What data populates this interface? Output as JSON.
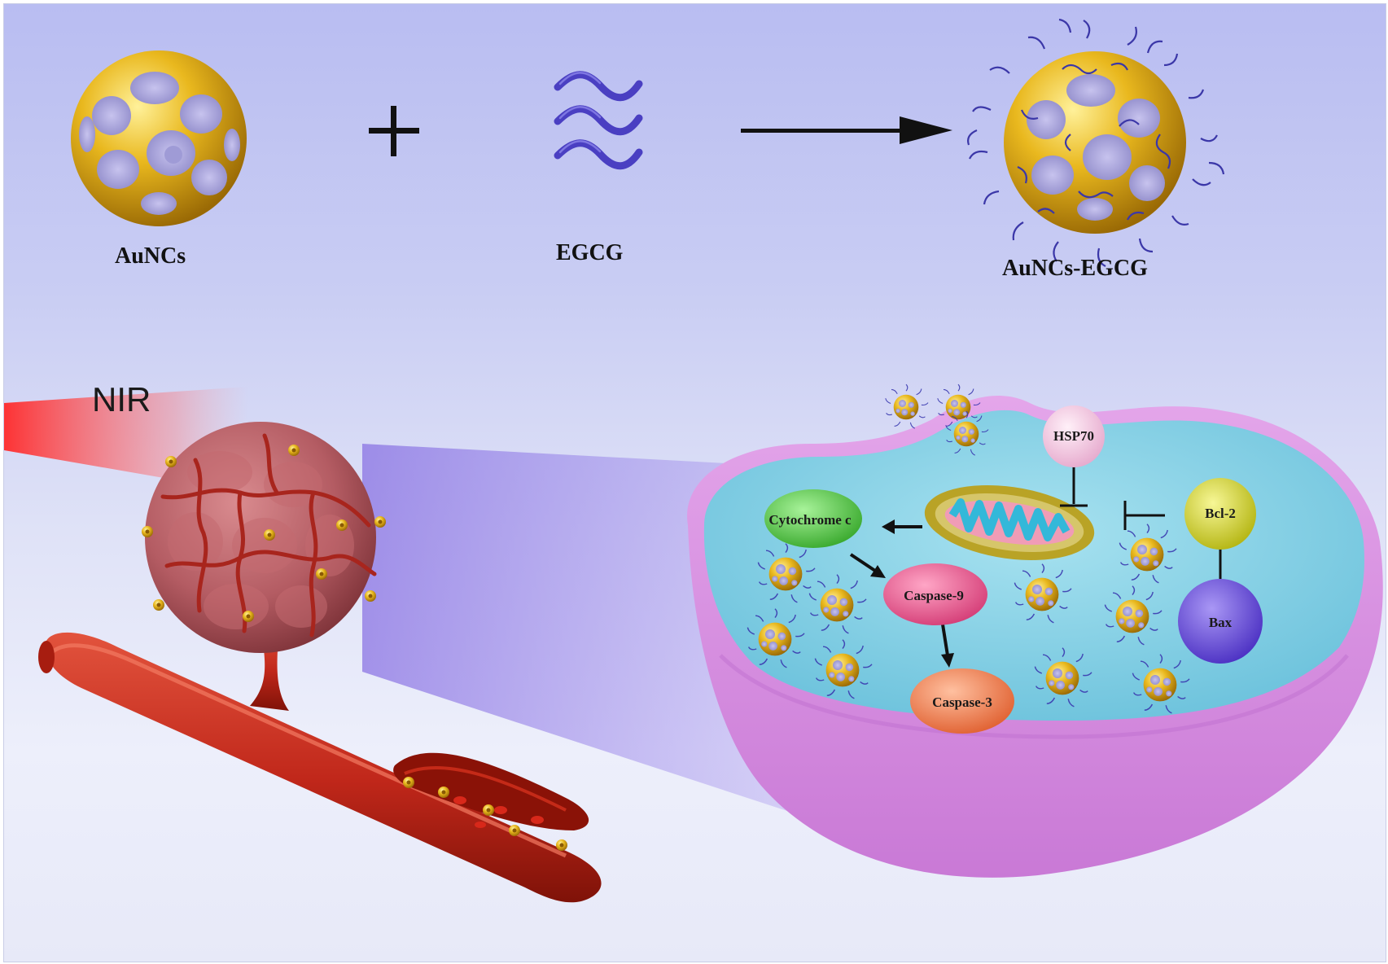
{
  "labels": {
    "aunc": "AuNCs",
    "egcg": "EGCG",
    "product": "AuNCs-EGCG",
    "nir": "NIR"
  },
  "molecules": {
    "hsp70": "HSP70",
    "bcl2": "Bcl-2",
    "bax": "Bax",
    "cytochrome": "Cytochrome c",
    "caspase9": "Caspase-9",
    "caspase3": "Caspase-3"
  },
  "colors": {
    "gold": "#d9a915",
    "egcg_strand": "#4a3fc2",
    "tumor": "#b85a63",
    "vessel": "#c52a1a",
    "cell_membrane": "#d98be0",
    "cytoplasm": "#8fd3e6",
    "hsp70": "#f2c7dd",
    "bcl2": "#d6d830",
    "bax": "#6a52d8",
    "cytochrome": "#5fcf4e",
    "caspase9": "#ee5f93",
    "caspase3": "#f3875a",
    "nir_beam": "#ff3030"
  },
  "icons": [
    "gold-nanocage-icon",
    "plus-icon",
    "egcg-strand-icon",
    "arrow-right-icon",
    "tumor-icon",
    "blood-vessel-icon",
    "cell-icon",
    "mitochondrion-icon",
    "inhibition-icon"
  ]
}
